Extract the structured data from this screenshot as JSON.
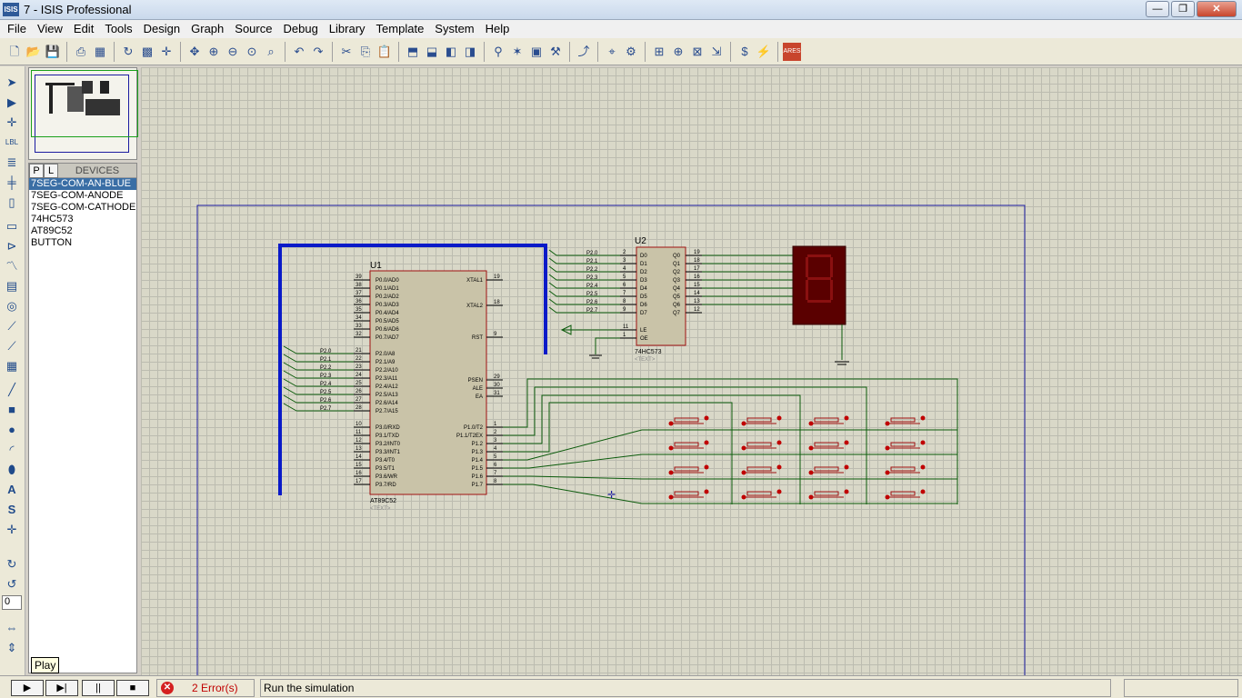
{
  "window": {
    "title": "7 - ISIS Professional",
    "app_badge": "ISIS"
  },
  "menu": [
    "File",
    "View",
    "Edit",
    "Tools",
    "Design",
    "Graph",
    "Source",
    "Debug",
    "Library",
    "Template",
    "System",
    "Help"
  ],
  "device_selector": {
    "p_label": "P",
    "l_label": "L",
    "title": "DEVICES",
    "items": [
      "7SEG-COM-AN-BLUE",
      "7SEG-COM-ANODE",
      "7SEG-COM-CATHODE",
      "74HC573",
      "AT89C52",
      "BUTTON"
    ],
    "selected_index": 0
  },
  "tooltip": "Play",
  "rotation_value": "0",
  "schematic": {
    "u1": {
      "ref": "U1",
      "part": "AT89C52",
      "text_placeholder": "<TEXT>",
      "left_pins": [
        {
          "num": "39",
          "name": "P0.0/AD0"
        },
        {
          "num": "38",
          "name": "P0.1/AD1"
        },
        {
          "num": "37",
          "name": "P0.2/AD2"
        },
        {
          "num": "36",
          "name": "P0.3/AD3"
        },
        {
          "num": "35",
          "name": "P0.4/AD4"
        },
        {
          "num": "34",
          "name": "P0.5/AD5"
        },
        {
          "num": "33",
          "name": "P0.6/AD6"
        },
        {
          "num": "32",
          "name": "P0.7/AD7"
        },
        {
          "num": "21",
          "name": "P2.0/A8"
        },
        {
          "num": "22",
          "name": "P2.1/A9"
        },
        {
          "num": "23",
          "name": "P2.2/A10"
        },
        {
          "num": "24",
          "name": "P2.3/A11"
        },
        {
          "num": "25",
          "name": "P2.4/A12"
        },
        {
          "num": "26",
          "name": "P2.5/A13"
        },
        {
          "num": "27",
          "name": "P2.6/A14"
        },
        {
          "num": "28",
          "name": "P2.7/A15"
        },
        {
          "num": "10",
          "name": "P3.0/RXD"
        },
        {
          "num": "11",
          "name": "P3.1/TXD"
        },
        {
          "num": "12",
          "name": "P3.2/INT0"
        },
        {
          "num": "13",
          "name": "P3.3/INT1"
        },
        {
          "num": "14",
          "name": "P3.4/T0"
        },
        {
          "num": "15",
          "name": "P3.5/T1"
        },
        {
          "num": "16",
          "name": "P3.6/WR"
        },
        {
          "num": "17",
          "name": "P3.7/RD"
        }
      ],
      "right_pins": [
        {
          "num": "19",
          "name": "XTAL1"
        },
        {
          "num": "18",
          "name": "XTAL2"
        },
        {
          "num": "9",
          "name": "RST"
        },
        {
          "num": "29",
          "name": "PSEN"
        },
        {
          "num": "30",
          "name": "ALE"
        },
        {
          "num": "31",
          "name": "EA"
        },
        {
          "num": "1",
          "name": "P1.0/T2"
        },
        {
          "num": "2",
          "name": "P1.1/T2EX"
        },
        {
          "num": "3",
          "name": "P1.2"
        },
        {
          "num": "4",
          "name": "P1.3"
        },
        {
          "num": "5",
          "name": "P1.4"
        },
        {
          "num": "6",
          "name": "P1.5"
        },
        {
          "num": "7",
          "name": "P1.6"
        },
        {
          "num": "8",
          "name": "P1.7"
        }
      ],
      "net_labels": [
        "P2.0",
        "P2.1",
        "P2.2",
        "P2.3",
        "P2.4",
        "P2.5",
        "P2.6",
        "P2.7"
      ]
    },
    "u2": {
      "ref": "U2",
      "part": "74HC573",
      "text_placeholder": "<TEXT>",
      "left_pins": [
        {
          "num": "2",
          "name": "D0"
        },
        {
          "num": "3",
          "name": "D1"
        },
        {
          "num": "4",
          "name": "D2"
        },
        {
          "num": "5",
          "name": "D3"
        },
        {
          "num": "6",
          "name": "D4"
        },
        {
          "num": "7",
          "name": "D5"
        },
        {
          "num": "8",
          "name": "D6"
        },
        {
          "num": "9",
          "name": "D7"
        },
        {
          "num": "11",
          "name": "LE"
        },
        {
          "num": "1",
          "name": "OE"
        }
      ],
      "right_pins": [
        {
          "num": "19",
          "name": "Q0"
        },
        {
          "num": "18",
          "name": "Q1"
        },
        {
          "num": "17",
          "name": "Q2"
        },
        {
          "num": "16",
          "name": "Q3"
        },
        {
          "num": "15",
          "name": "Q4"
        },
        {
          "num": "14",
          "name": "Q5"
        },
        {
          "num": "13",
          "name": "Q6"
        },
        {
          "num": "12",
          "name": "Q7"
        }
      ],
      "net_labels": [
        "P2.0",
        "P2.1",
        "P2.2",
        "P2.3",
        "P2.4",
        "P2.5",
        "P2.6",
        "P2.7"
      ]
    },
    "seg_display": {
      "digit": "8"
    },
    "colors": {
      "bus": "#0a1ac8",
      "wire": "#0a5a0a",
      "component_fill": "#c9c3a8",
      "component_outline": "#a01010",
      "display_bg": "#5a0000",
      "display_seg": "#8a1010",
      "sheet_border": "#1a1aa0"
    }
  },
  "simulation": {
    "play": "▶",
    "step": "▶|",
    "pause": "||",
    "stop": "■"
  },
  "errors": {
    "text": "2 Error(s)"
  },
  "status_message": "Run the simulation"
}
